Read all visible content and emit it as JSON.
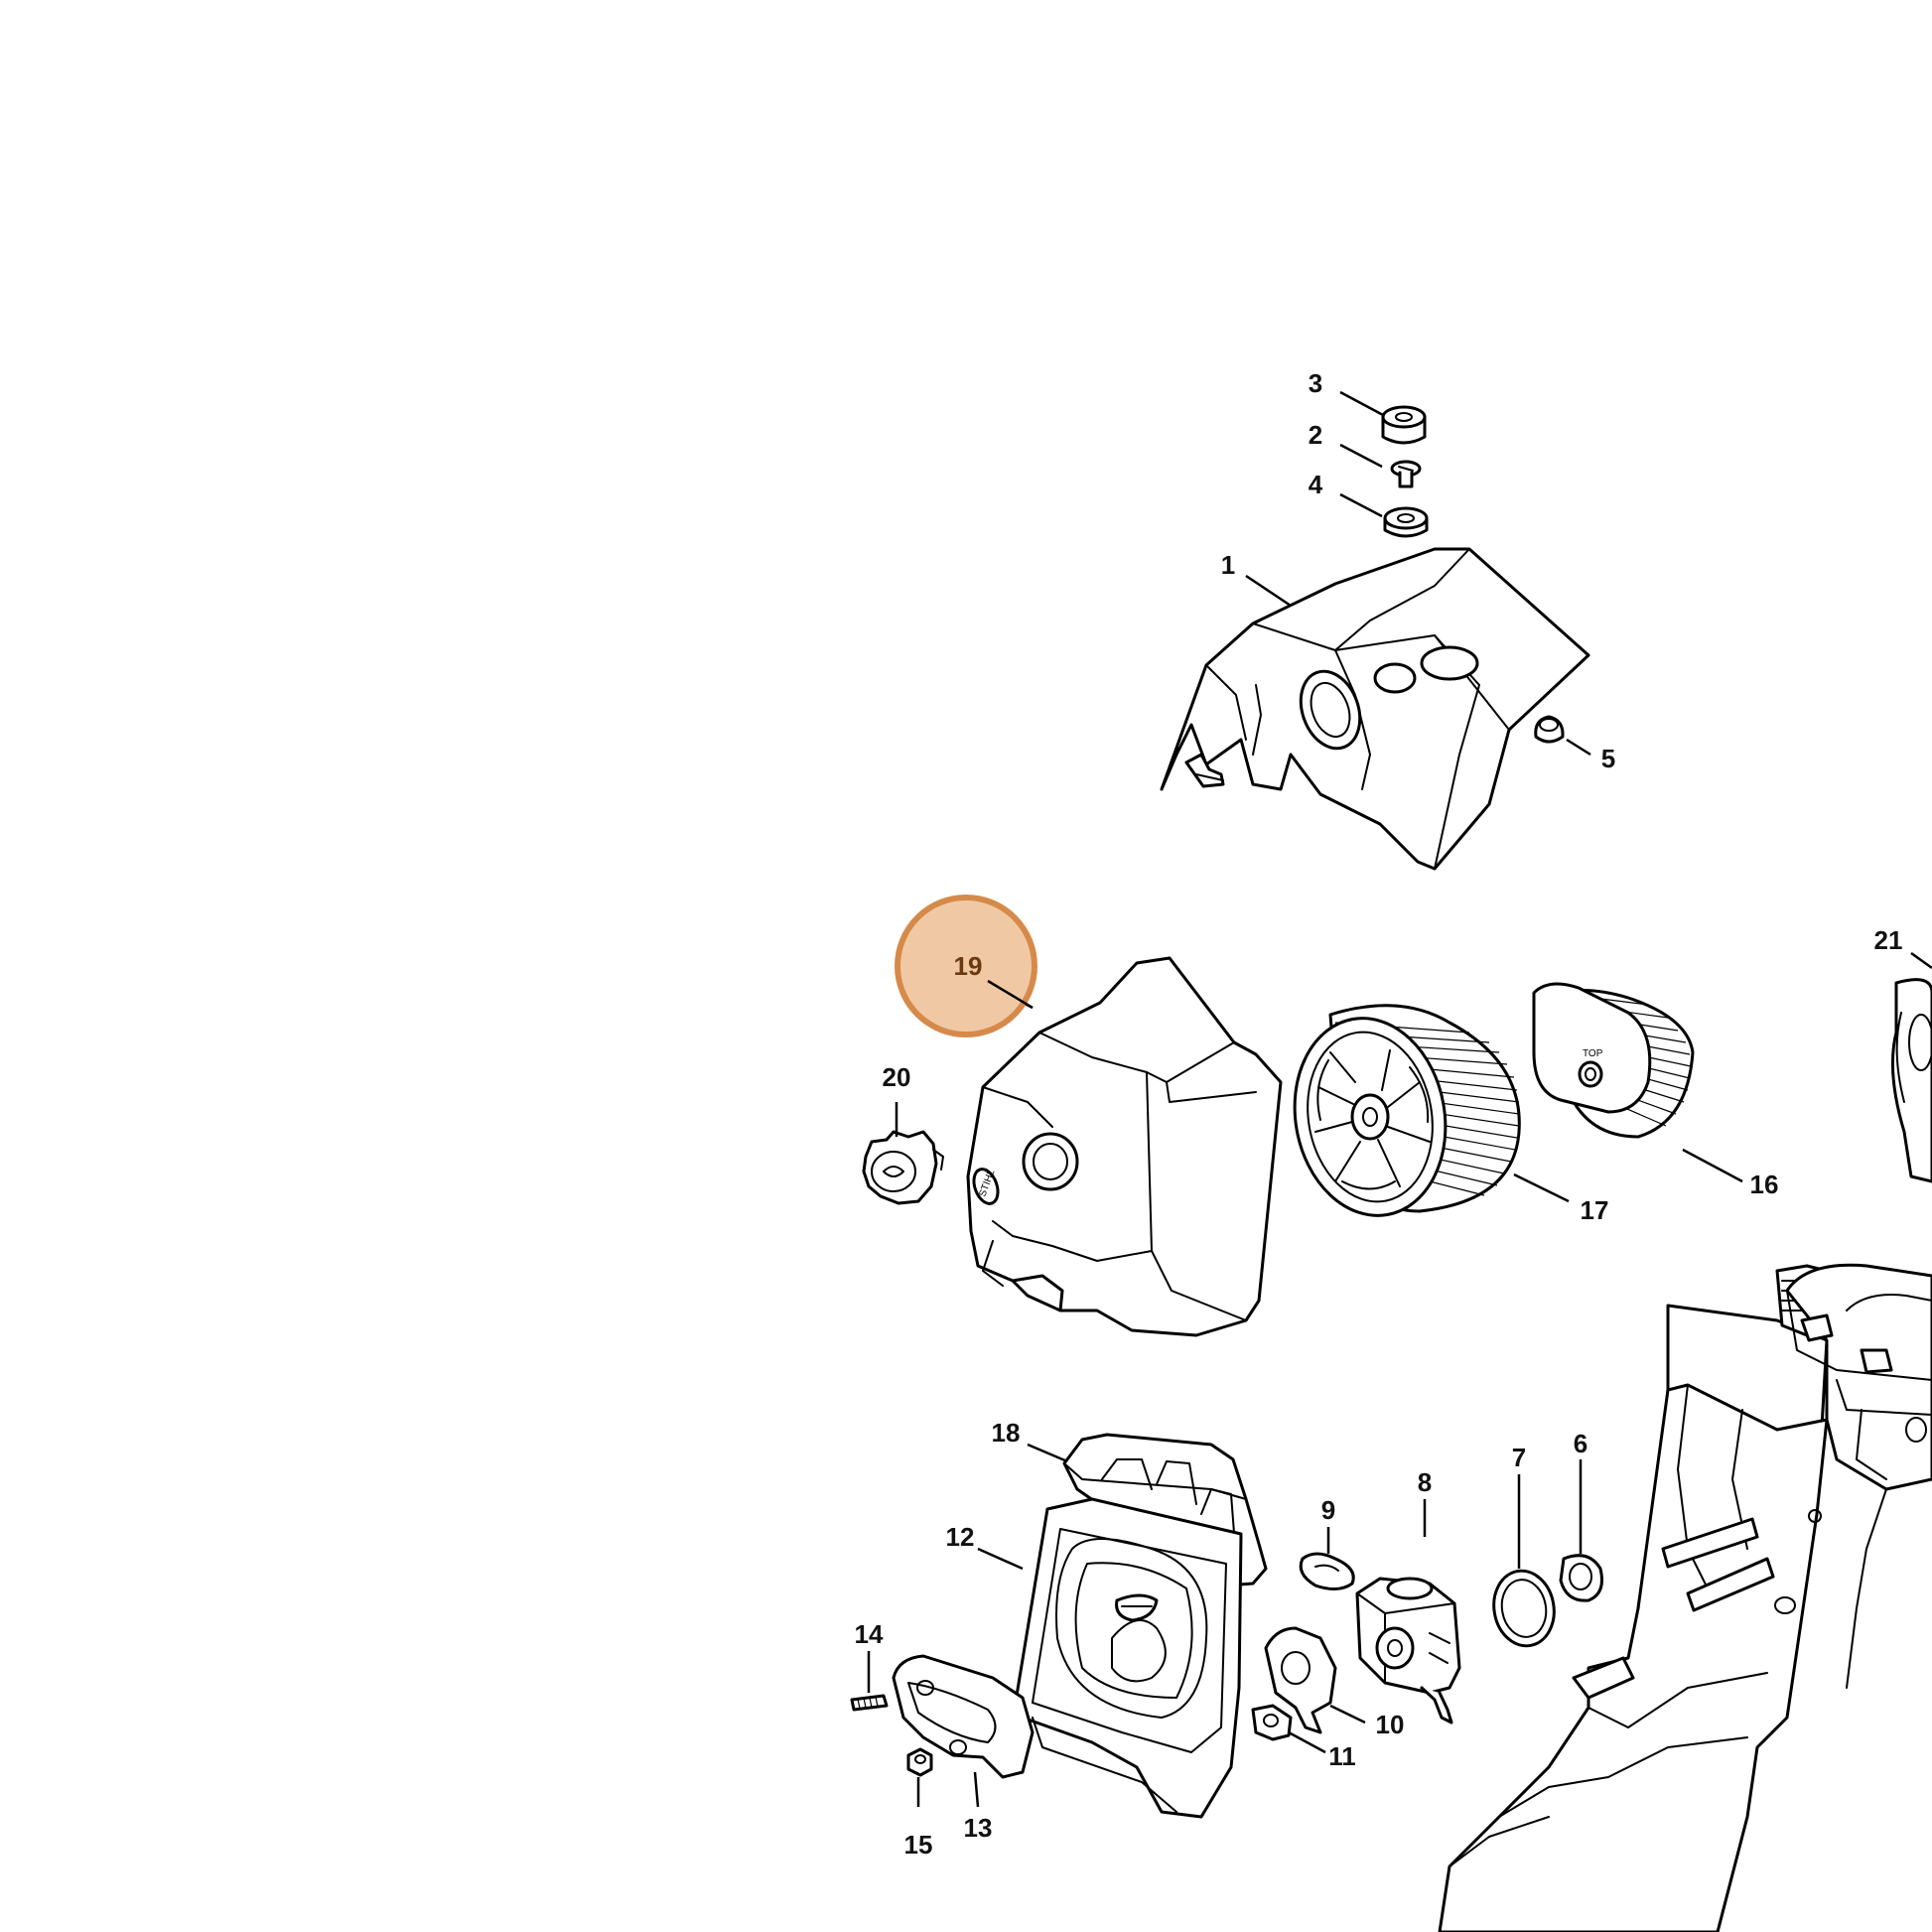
{
  "diagram": {
    "highlight_color": "#d68a4a",
    "highlight_fill": "#f0c9a4",
    "filter_text": "TOP",
    "callouts": [
      {
        "id": "c1",
        "label": "1"
      },
      {
        "id": "c2",
        "label": "2"
      },
      {
        "id": "c3",
        "label": "3"
      },
      {
        "id": "c4",
        "label": "4"
      },
      {
        "id": "c5",
        "label": "5"
      },
      {
        "id": "c6",
        "label": "6"
      },
      {
        "id": "c7",
        "label": "7"
      },
      {
        "id": "c8",
        "label": "8"
      },
      {
        "id": "c9",
        "label": "9"
      },
      {
        "id": "c10",
        "label": "10"
      },
      {
        "id": "c11",
        "label": "11"
      },
      {
        "id": "c12",
        "label": "12"
      },
      {
        "id": "c13",
        "label": "13"
      },
      {
        "id": "c14",
        "label": "14"
      },
      {
        "id": "c15",
        "label": "15"
      },
      {
        "id": "c16",
        "label": "16"
      },
      {
        "id": "c17",
        "label": "17"
      },
      {
        "id": "c18",
        "label": "18"
      },
      {
        "id": "c19",
        "label": "19",
        "highlighted": true
      },
      {
        "id": "c20",
        "label": "20"
      },
      {
        "id": "c21",
        "label": "21"
      }
    ]
  }
}
